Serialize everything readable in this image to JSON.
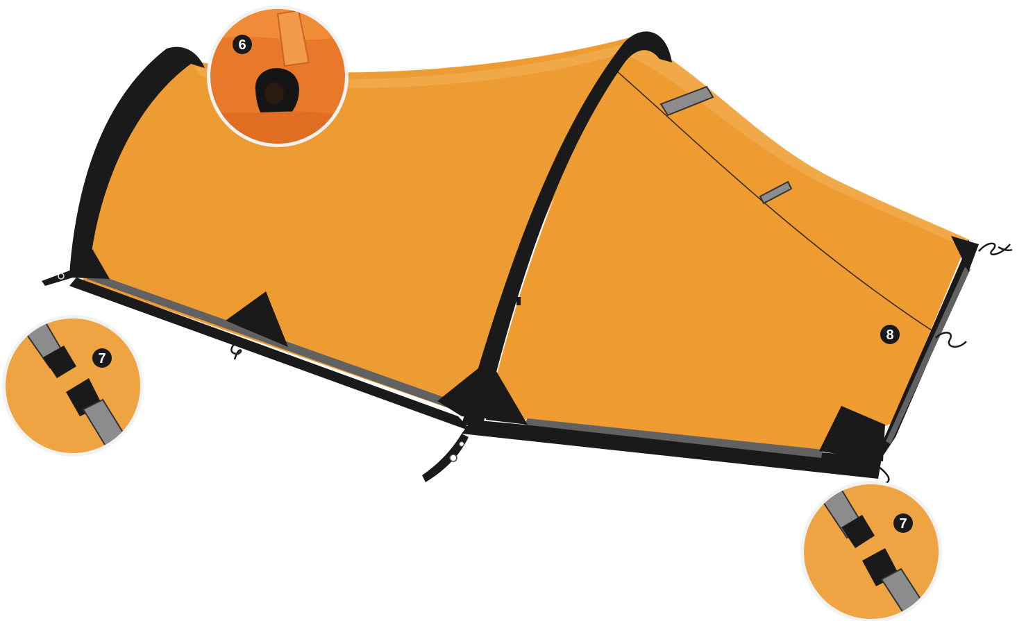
{
  "diagram": {
    "subject": "tent",
    "colors": {
      "fabric": "#ED9C33",
      "fabric_top": "#F1A848",
      "frame": "#1A1A1A",
      "strip": "#616161",
      "strap": "#8C8C8C",
      "callout_ring": "#F2F2F2",
      "callout_fill": "#EFA444",
      "marker": "#1A1A1A"
    },
    "callouts": [
      {
        "id": "6",
        "label": "6",
        "detail": "velcro-pole-tab-closeup"
      },
      {
        "id": "7a",
        "label": "7",
        "detail": "buckle-strap-closeup"
      },
      {
        "id": "7b",
        "label": "7",
        "detail": "buckle-strap-closeup"
      },
      {
        "id": "8",
        "label": "8",
        "detail": "guy-line"
      }
    ]
  }
}
